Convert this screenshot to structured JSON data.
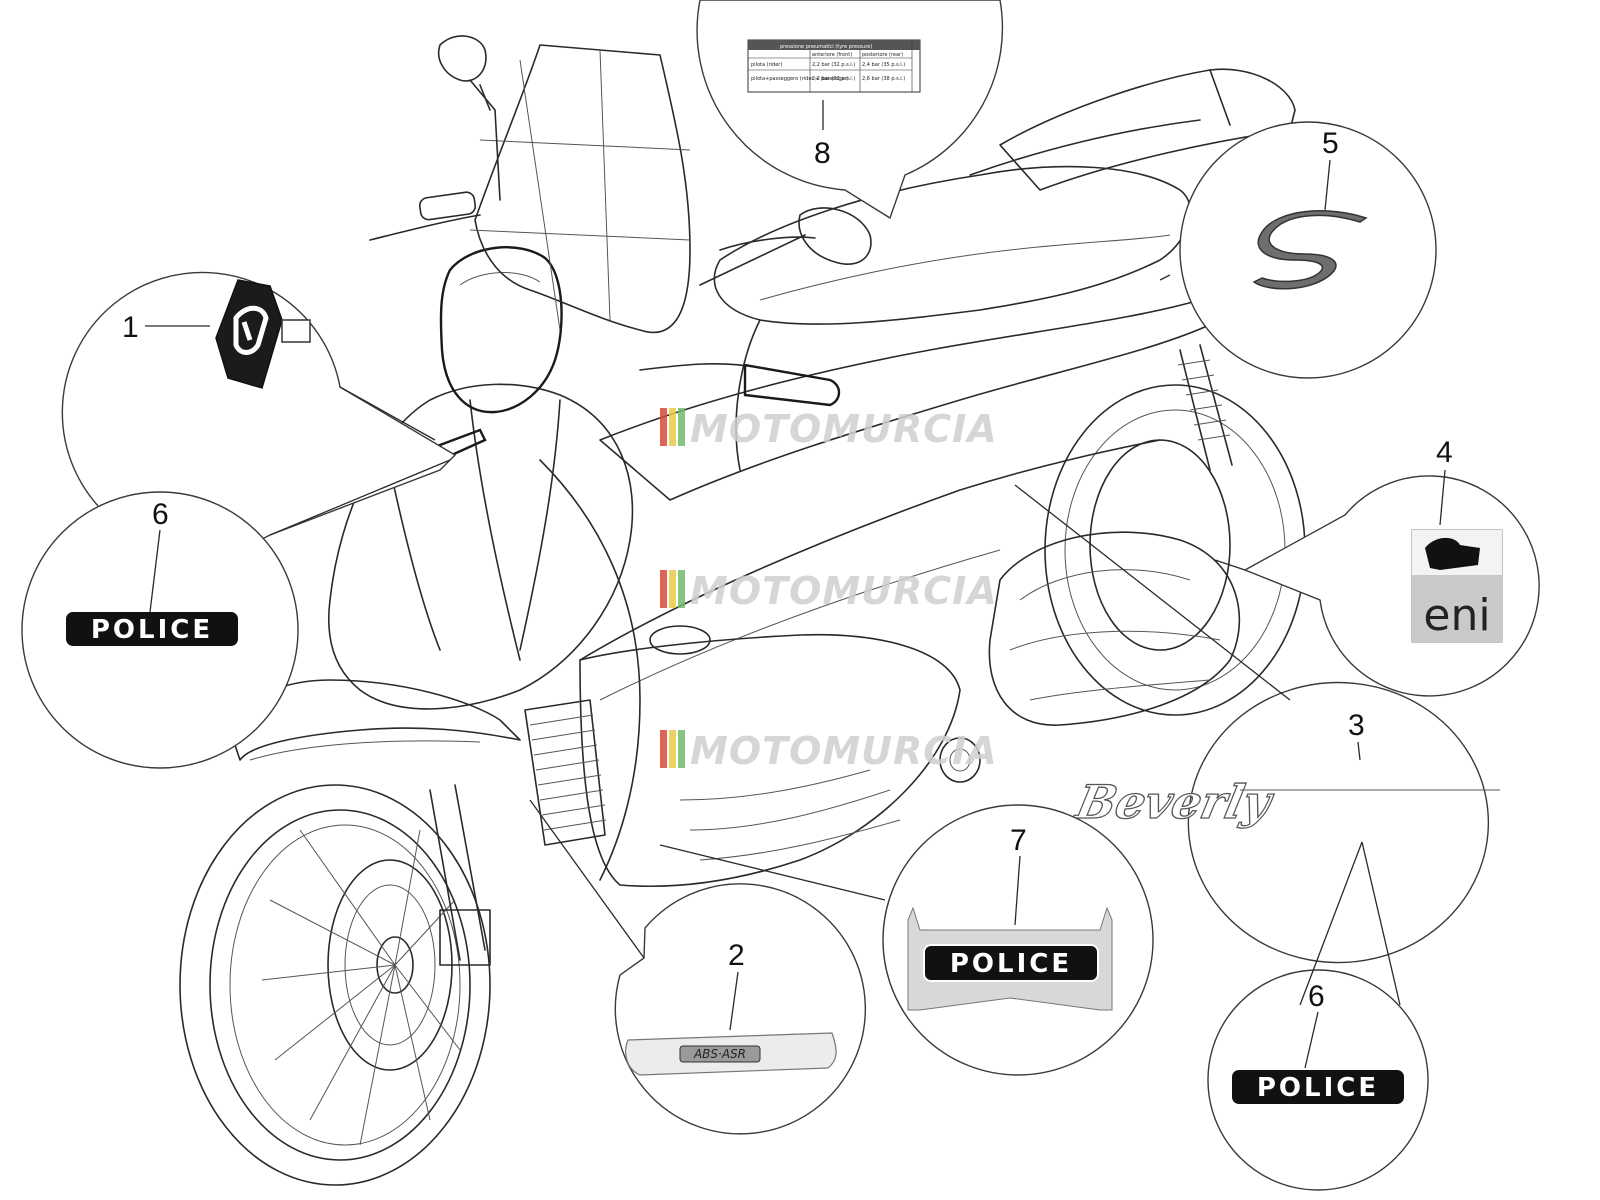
{
  "diagram": {
    "callouts": [
      {
        "number": "1",
        "part": "piaggio-badge"
      },
      {
        "number": "2",
        "part": "abs-asr-plate",
        "text": "ABS·ASR"
      },
      {
        "number": "3",
        "part": "beverly-script",
        "text": "Beverly"
      },
      {
        "number": "4",
        "part": "eni-decal",
        "text": "eni"
      },
      {
        "number": "5",
        "part": "s-emblem"
      },
      {
        "number": "6",
        "part": "police-decal",
        "text": "POLICE"
      },
      {
        "number": "6",
        "part": "police-decal",
        "text": "POLICE"
      },
      {
        "number": "7",
        "part": "police-shield-decal",
        "text": "POLICE"
      },
      {
        "number": "8",
        "part": "tyre-pressure-label"
      }
    ],
    "tyre_label": {
      "header": "pressione pneumatici   (tyre pressure)",
      "col_front": "anteriore (front)",
      "col_rear": "posteriore (rear)",
      "row1_label": "pilota (rider)",
      "row1_front": "2,2 bar (32 p.s.i.)",
      "row1_rear": "2,4 bar (35 p.s.i.)",
      "row2_label": "pilota+passeggero (rider + passenger)",
      "row2_front": "2,2 bar (32 p.s.i.)",
      "row2_rear": "2,6 bar (38 p.s.i.)"
    },
    "watermark": "MOTOMURCIA",
    "colors": {
      "line": "#2a2a2a",
      "badge_dark": "#1b1b1b",
      "emblem_grey": "#6e6e6e",
      "watermark_bar_red": "#d94a3a",
      "watermark_bar_yellow": "#e9c948",
      "watermark_bar_green": "#6fbf6a"
    }
  }
}
